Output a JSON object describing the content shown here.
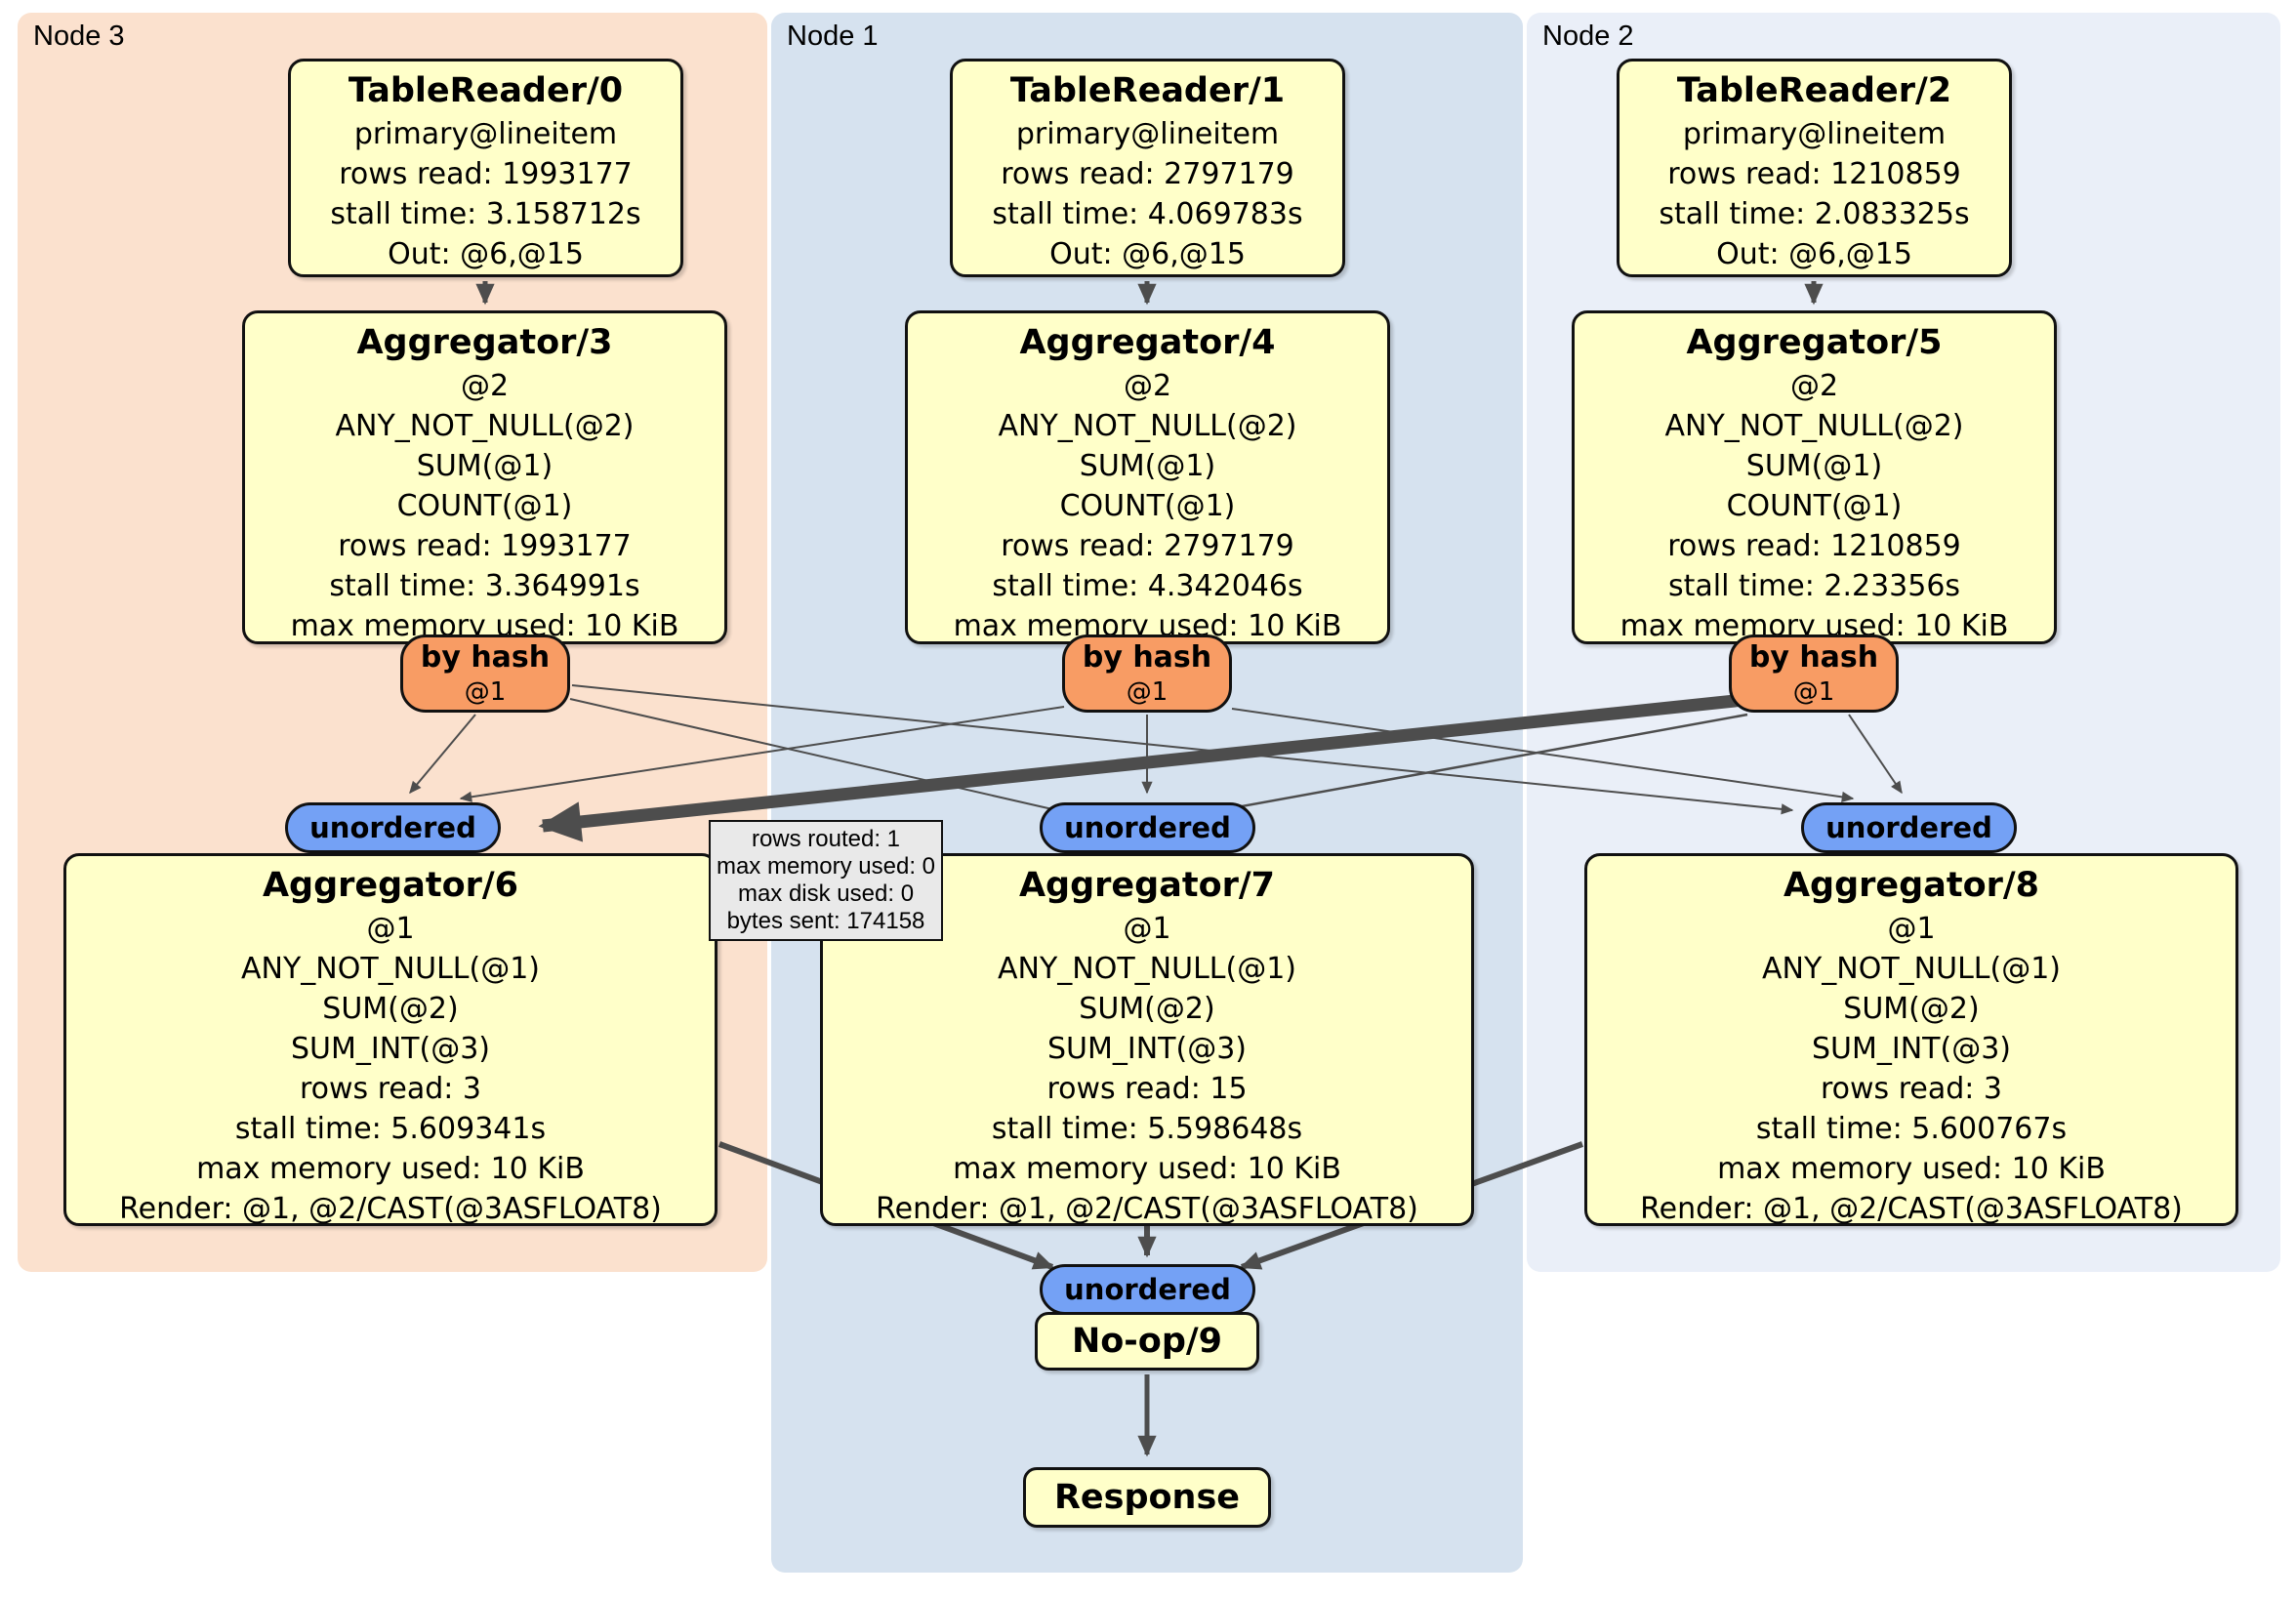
{
  "regions": {
    "node3": {
      "label": "Node 3"
    },
    "node1": {
      "label": "Node 1"
    },
    "node2": {
      "label": "Node 2"
    }
  },
  "processors": {
    "tr0": {
      "title": "TableReader/0",
      "lines": [
        "primary@lineitem",
        "rows read: 1993177",
        "stall time: 3.158712s",
        "Out: @6,@15"
      ]
    },
    "tr1": {
      "title": "TableReader/1",
      "lines": [
        "primary@lineitem",
        "rows read: 2797179",
        "stall time: 4.069783s",
        "Out: @6,@15"
      ]
    },
    "tr2": {
      "title": "TableReader/2",
      "lines": [
        "primary@lineitem",
        "rows read: 1210859",
        "stall time: 2.083325s",
        "Out: @6,@15"
      ]
    },
    "agg3": {
      "title": "Aggregator/3",
      "lines": [
        "@2",
        "ANY_NOT_NULL(@2)",
        "SUM(@1)",
        "COUNT(@1)",
        "rows read: 1993177",
        "stall time: 3.364991s",
        "max memory used: 10 KiB"
      ]
    },
    "agg4": {
      "title": "Aggregator/4",
      "lines": [
        "@2",
        "ANY_NOT_NULL(@2)",
        "SUM(@1)",
        "COUNT(@1)",
        "rows read: 2797179",
        "stall time: 4.342046s",
        "max memory used: 10 KiB"
      ]
    },
    "agg5": {
      "title": "Aggregator/5",
      "lines": [
        "@2",
        "ANY_NOT_NULL(@2)",
        "SUM(@1)",
        "COUNT(@1)",
        "rows read: 1210859",
        "stall time: 2.23356s",
        "max memory used: 10 KiB"
      ]
    },
    "agg6": {
      "title": "Aggregator/6",
      "lines": [
        "@1",
        "ANY_NOT_NULL(@1)",
        "SUM(@2)",
        "SUM_INT(@3)",
        "rows read: 3",
        "stall time: 5.609341s",
        "max memory used: 10 KiB",
        "Render: @1, @2/CAST(@3ASFLOAT8)"
      ]
    },
    "agg7": {
      "title": "Aggregator/7",
      "lines": [
        "@1",
        "ANY_NOT_NULL(@1)",
        "SUM(@2)",
        "SUM_INT(@3)",
        "rows read: 15",
        "stall time: 5.598648s",
        "max memory used: 10 KiB",
        "Render: @1, @2/CAST(@3ASFLOAT8)"
      ]
    },
    "agg8": {
      "title": "Aggregator/8",
      "lines": [
        "@1",
        "ANY_NOT_NULL(@1)",
        "SUM(@2)",
        "SUM_INT(@3)",
        "rows read: 3",
        "stall time: 5.600767s",
        "max memory used: 10 KiB",
        "Render: @1, @2/CAST(@3ASFLOAT8)"
      ]
    },
    "noop": {
      "title": "No-op/9"
    },
    "response": {
      "title": "Response"
    }
  },
  "routers": {
    "byhash3": {
      "label": "by hash",
      "stream": "@1"
    },
    "byhash1": {
      "label": "by hash",
      "stream": "@1"
    },
    "byhash2": {
      "label": "by hash",
      "stream": "@1"
    }
  },
  "syncs": {
    "unordered3": {
      "label": "unordered"
    },
    "unordered1": {
      "label": "unordered"
    },
    "unordered2": {
      "label": "unordered"
    },
    "unordered_final": {
      "label": "unordered"
    }
  },
  "edge_tooltip": {
    "lines": [
      "rows routed: 1",
      "max memory used: 0",
      "max disk used: 0",
      "bytes sent: 174158"
    ]
  },
  "colors": {
    "node3_bg": "#fbe1ce",
    "node1_bg": "#d6e2ef",
    "node2_bg": "#eaeff8",
    "processor_fill": "#ffffc9",
    "router_fill": "#f89c64",
    "sync_fill": "#74a1f5",
    "edge": "#4d4d4d",
    "tooltip_bg": "#e9e9e9"
  }
}
